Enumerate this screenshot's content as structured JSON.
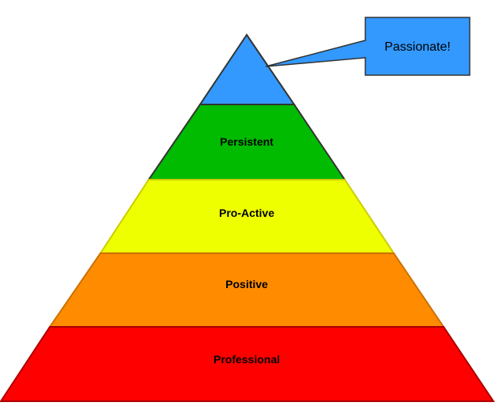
{
  "diagram": {
    "callout": {
      "text": "Passionate!"
    },
    "tiers": [
      {
        "id": "top",
        "label": "",
        "color": "#3399ff"
      },
      {
        "id": "persistent",
        "label": "Persistent",
        "color": "#00bb00"
      },
      {
        "id": "pro-active",
        "label": "Pro-Active",
        "color": "#eeff00"
      },
      {
        "id": "positive",
        "label": "Positive",
        "color": "#ff8c00"
      },
      {
        "id": "professional",
        "label": "Professional",
        "color": "#ff0000"
      }
    ],
    "callout_color": "#3399ff",
    "outline_color": "#333333"
  }
}
